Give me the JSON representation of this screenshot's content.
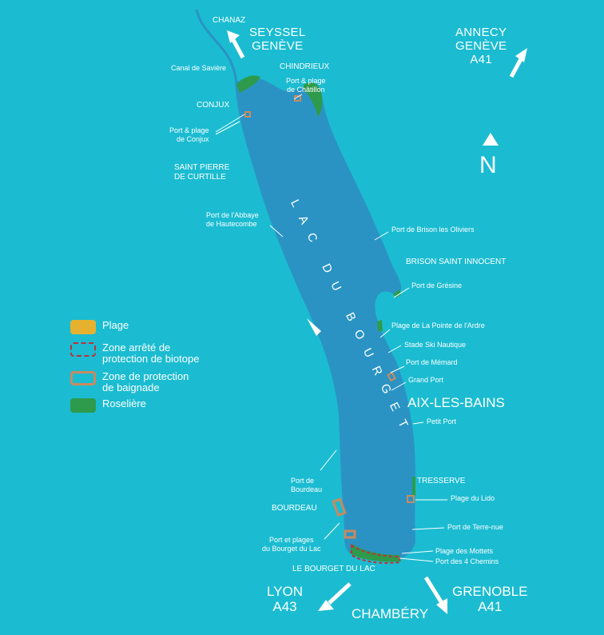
{
  "colors": {
    "background": "#1bbcd1",
    "lake": "#2a93c4",
    "plage": "#e6b12f",
    "biotope": "#c0303a",
    "baignade": "#c98a5e",
    "roseliere": "#2e9a4c",
    "text": "#ffffff"
  },
  "lake_name": "LAC DU BOURGET",
  "directions": {
    "top_left": "SEYSSEL\nGENÈVE",
    "top_right": "ANNECY\nGENÈVE\nA41",
    "bottom_left": "LYON\nA43",
    "bottom_center": "CHAMBÉRY",
    "bottom_right": "GRENOBLE\nA41"
  },
  "north_label": "N",
  "towns": {
    "chanaz": "CHANAZ",
    "chindrieux": "CHINDRIEUX",
    "conjux": "CONJUX",
    "saint_pierre": "SAINT PIERRE\nDE CURTILLE",
    "brison": "BRISON SAINT INNOCENT",
    "aix": "AIX-LES-BAINS",
    "tresserve": "TRESSERVE",
    "bourdeau": "BOURDEAU",
    "le_bourget": "LE BOURGET DU LAC"
  },
  "places": {
    "canal": "Canal de Savière",
    "chatillon": "Port & plage\nde Châtillon",
    "port_conjux": "Port & plage\nde Conjux",
    "abbaye": "Port de l'Abbaye\nde Hautecombe",
    "brison_oliviers": "Port de Brison les Oliviers",
    "gresine": "Port de Grésine",
    "pointe_ardre": "Plage de La Pointe de l'Ardre",
    "stade_ski": "Stade Ski Nautique",
    "memard": "Port de Mémard",
    "grand_port": "Grand Port",
    "petit_port": "Petit Port",
    "port_bourdeau": "Port de\nBourdeau",
    "lido": "Plage du Lido",
    "terre_nue": "Port de Terre-nue",
    "bourget_lac": "Port et plages\ndu Bourget du Lac",
    "mottets": "Plage des Mottets",
    "quatre_chemins": "Port des 4 Chemins"
  },
  "legend": [
    {
      "label": "Plage",
      "style": "fill",
      "color": "#e6b12f"
    },
    {
      "label": "Zone arrêté de\nprotection de biotope",
      "style": "dashed",
      "color": "#c0303a"
    },
    {
      "label": "Zone de protection\nde baignade",
      "style": "outline",
      "color": "#c98a5e"
    },
    {
      "label": "Roselière",
      "style": "fill",
      "color": "#2e9a4c"
    }
  ]
}
